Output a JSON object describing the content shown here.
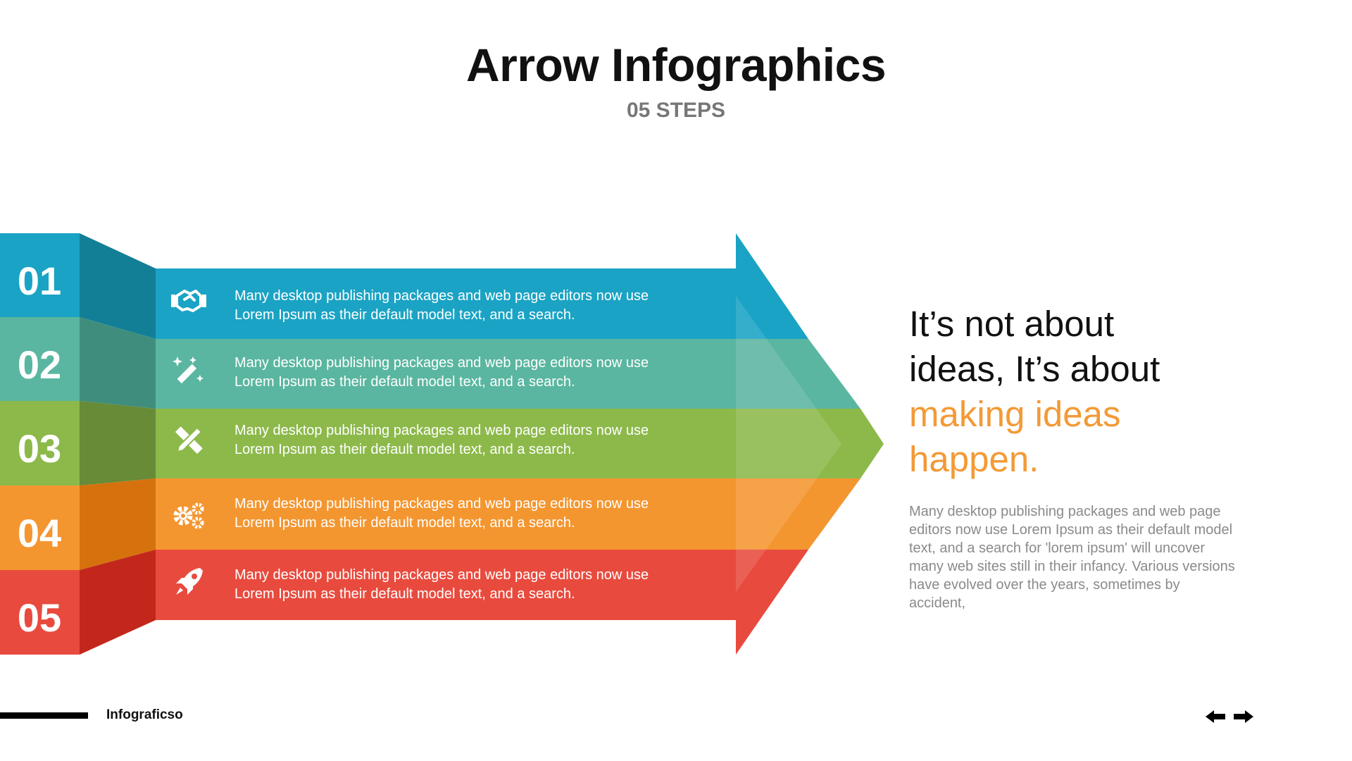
{
  "header": {
    "title": "Arrow Infographics",
    "subtitle": "05 STEPS"
  },
  "steps": [
    {
      "number": "01",
      "icon": "handshake-icon",
      "line1": "Many desktop publishing packages and web page editors now use",
      "line2": "Lorem Ipsum as their default model text, and a search.",
      "color": "#1aa3c4"
    },
    {
      "number": "02",
      "icon": "magic-wand-icon",
      "line1": "Many desktop publishing packages and web page editors now use",
      "line2": "Lorem Ipsum as their default model text, and a search.",
      "color": "#5ab6a0"
    },
    {
      "number": "03",
      "icon": "pencil-ruler-icon",
      "line1": "Many desktop publishing packages and web page editors now use",
      "line2": "Lorem Ipsum as their default model text, and a search.",
      "color": "#8cb94a"
    },
    {
      "number": "04",
      "icon": "gears-icon",
      "line1": "Many desktop publishing packages and web page editors now use",
      "line2": "Lorem Ipsum as their default model text, and a search.",
      "color": "#f49630"
    },
    {
      "number": "05",
      "icon": "rocket-icon",
      "line1": "Many desktop publishing packages and web page editors now use",
      "line2": "Lorem Ipsum as their default model text, and a search.",
      "color": "#e84b3e"
    }
  ],
  "side": {
    "headline_line1": "It’s not about",
    "headline_line2": "ideas, It’s about",
    "headline_accent1": "making ideas",
    "headline_accent2": "happen.",
    "accent_color": "#f39a36",
    "body": "Many desktop publishing packages and web page editors now use Lorem Ipsum as their default model text, and a search for 'lorem ipsum' will uncover many web sites still in their infancy. Various versions have evolved over the years, sometimes by accident,"
  },
  "footer": {
    "brand": "Infograficso",
    "nav_icons": [
      "arrow-left-icon",
      "arrow-right-icon"
    ]
  }
}
